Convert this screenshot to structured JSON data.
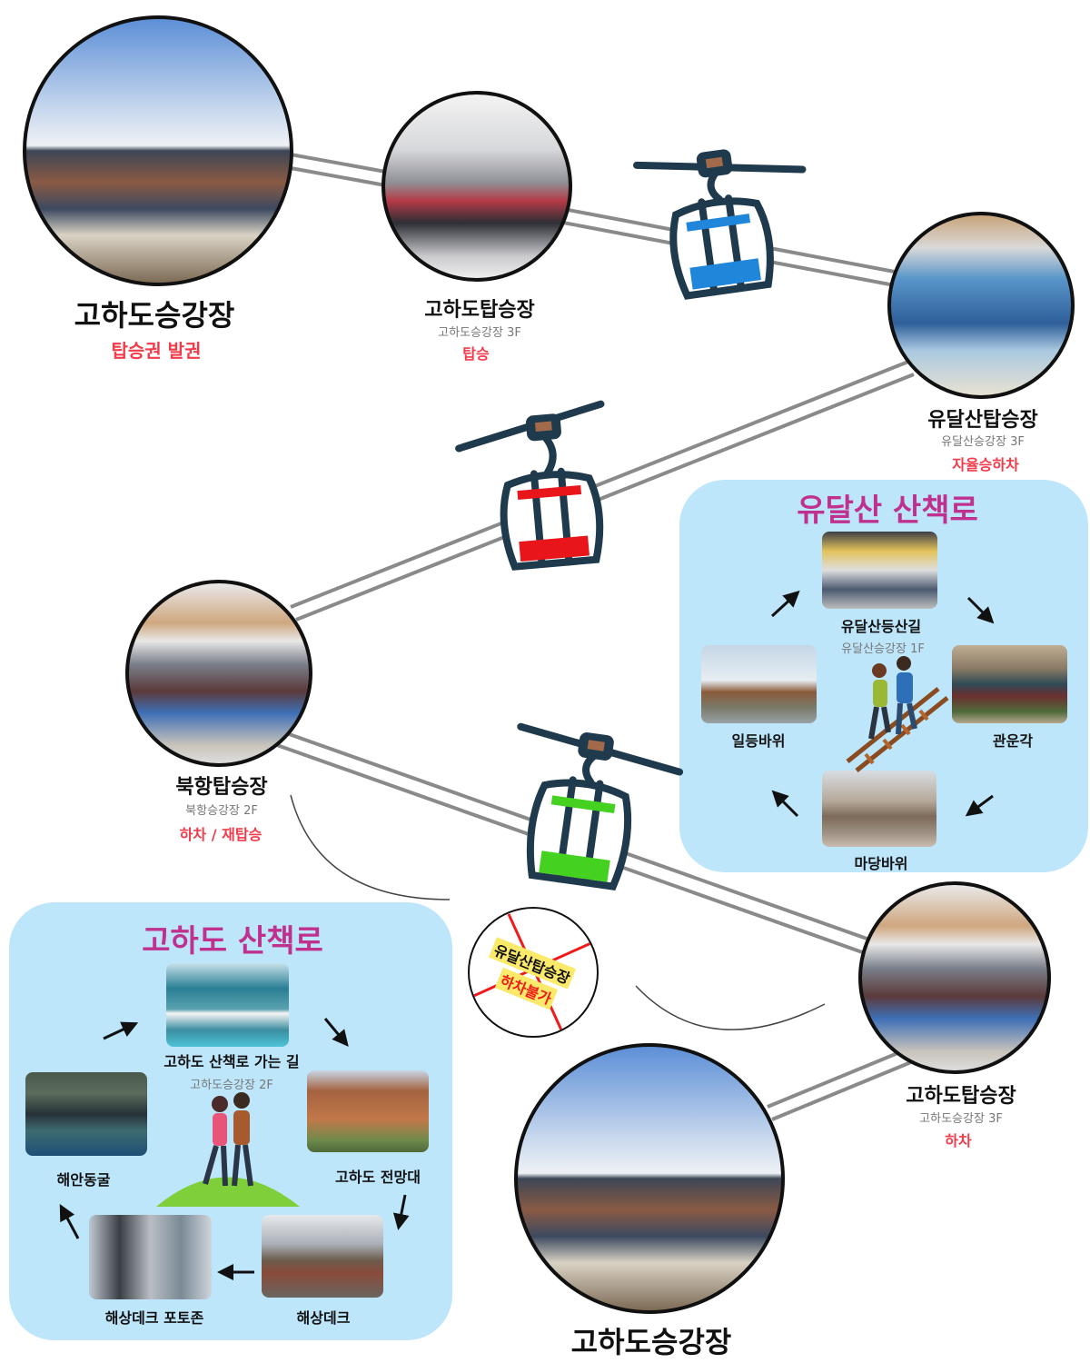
{
  "stations": {
    "gohado_station_top": {
      "name": "고하도승강장",
      "note": "탑승권 발권"
    },
    "gohado_tower_boarding": {
      "name": "고하도탑승장",
      "location": "고하도승강장 3F",
      "note": "탑승"
    },
    "yudalsan_tower": {
      "name": "유달산탑승장",
      "location": "유달산승강장 3F",
      "note": "자율승하차"
    },
    "bukhang_tower": {
      "name": "북항탑승장",
      "location": "북항승강장 2F",
      "note": "하차 / 재탑승"
    },
    "gohado_tower_alighting": {
      "name": "고하도탑승장",
      "location": "고하도승강장 3F",
      "note": "하차"
    },
    "gohado_station_bottom": {
      "name": "고하도승강장"
    }
  },
  "no_stop": {
    "line1": "유달산탑승장",
    "line2": "하차불가"
  },
  "yudalsan_trail": {
    "title": "유달산 산책로",
    "spots": [
      {
        "name": "유달산등산길",
        "location": "유달산승강장 1F"
      },
      {
        "name": "관운각"
      },
      {
        "name": "마당바위"
      },
      {
        "name": "일등바위"
      }
    ]
  },
  "gohado_trail": {
    "title": "고하도 산책로",
    "spots": [
      {
        "name": "고하도 산책로 가는 길",
        "location": "고하도승강장 2F"
      },
      {
        "name": "고하도 전망대"
      },
      {
        "name": "해상데크"
      },
      {
        "name": "해상데크 포토존"
      },
      {
        "name": "해안동굴"
      }
    ]
  },
  "colors": {
    "red": "#f23b4a",
    "title": "#c0308f",
    "panel": "#bde6fb",
    "gondola_blue": "#1f86d9",
    "gondola_red": "#e8161b",
    "gondola_green": "#44d11f",
    "cable": "#7a7a7a"
  }
}
